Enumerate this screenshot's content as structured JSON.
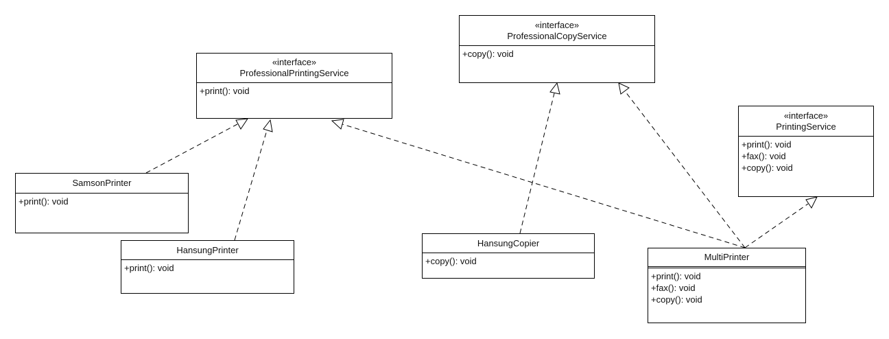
{
  "diagram": {
    "stereotype": "«interface»",
    "classes": {
      "professional_printing_service": {
        "name": "ProfessionalPrintingService",
        "is_interface": true,
        "methods": [
          "+print(): void"
        ]
      },
      "professional_copy_service": {
        "name": "ProfessionalCopyService",
        "is_interface": true,
        "methods": [
          "+copy(): void"
        ]
      },
      "printing_service": {
        "name": "PrintingService",
        "is_interface": true,
        "methods": [
          "+print(): void",
          "+fax(): void",
          "+copy(): void"
        ]
      },
      "samson_printer": {
        "name": "SamsonPrinter",
        "is_interface": false,
        "methods": [
          "+print(): void"
        ]
      },
      "hansung_printer": {
        "name": "HansungPrinter",
        "is_interface": false,
        "methods": [
          "+print(): void"
        ]
      },
      "hansung_copier": {
        "name": "HansungCopier",
        "is_interface": false,
        "methods": [
          "+copy(): void"
        ]
      },
      "multi_printer": {
        "name": "MultiPrinter",
        "is_interface": false,
        "methods": [
          "+print(): void",
          "+fax(): void",
          "+copy(): void"
        ]
      }
    },
    "relations": [
      {
        "type": "realization",
        "from": "samson_printer",
        "to": "professional_printing_service"
      },
      {
        "type": "realization",
        "from": "hansung_printer",
        "to": "professional_printing_service"
      },
      {
        "type": "realization",
        "from": "multi_printer",
        "to": "professional_printing_service"
      },
      {
        "type": "realization",
        "from": "hansung_copier",
        "to": "professional_copy_service"
      },
      {
        "type": "realization",
        "from": "multi_printer",
        "to": "professional_copy_service"
      },
      {
        "type": "realization",
        "from": "multi_printer",
        "to": "printing_service"
      }
    ]
  }
}
